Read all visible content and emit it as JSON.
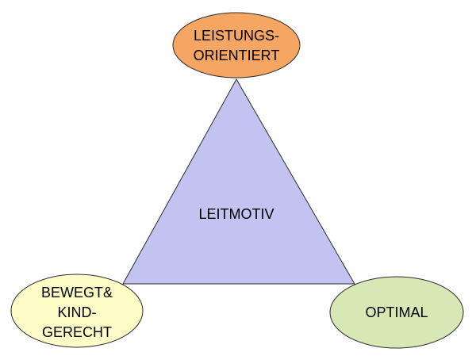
{
  "diagram": {
    "center_label": "LEITMOTIV",
    "nodes": {
      "top": {
        "lines": [
          "LEISTUNGS-",
          "ORIENTIERT"
        ],
        "fill": "#F5A662"
      },
      "bottom_left": {
        "lines": [
          "BEWEGT&",
          "KIND-",
          "GERECHT"
        ],
        "fill": "#FEFDC8"
      },
      "bottom_right": {
        "lines": [
          "OPTIMAL"
        ],
        "fill": "#D8E8B4"
      }
    },
    "colors": {
      "triangle_fill": "#C3C3F2",
      "outline": "#2b2b2b"
    }
  }
}
